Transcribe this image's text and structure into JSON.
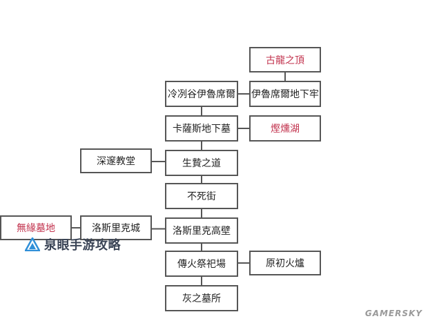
{
  "diagram": {
    "nodes": {
      "ancient_dragon_summit": {
        "label": "古龍之頂",
        "highlight": true
      },
      "irithyll_dungeon": {
        "label": "伊魯席爾地下牢",
        "highlight": false
      },
      "irithyll_valley": {
        "label": "冷冽谷伊魯席爾",
        "highlight": false
      },
      "smouldering_lake": {
        "label": "熞燻湖",
        "highlight": true
      },
      "catacombs_of_carthus": {
        "label": "卡薩斯地下墓",
        "highlight": false
      },
      "cathedral_of_the_deep": {
        "label": "深邃教堂",
        "highlight": false
      },
      "road_of_sacrifices": {
        "label": "生贄之道",
        "highlight": false
      },
      "undead_settlement": {
        "label": "不死街",
        "highlight": false
      },
      "untended_graves": {
        "label": "無緣墓地",
        "highlight": true
      },
      "lothric_castle": {
        "label": "洛斯里克城",
        "highlight": false
      },
      "high_wall_of_lothric": {
        "label": "洛斯里克高壁",
        "highlight": false
      },
      "firelink_shrine": {
        "label": "傳火祭祀場",
        "highlight": false
      },
      "kiln_of_first_flame": {
        "label": "原初火爐",
        "highlight": false
      },
      "cemetery_of_ash": {
        "label": "灰之墓所",
        "highlight": false
      }
    },
    "edges": [
      [
        "ancient_dragon_summit",
        "irithyll_dungeon"
      ],
      [
        "irithyll_valley",
        "irithyll_dungeon"
      ],
      [
        "irithyll_valley",
        "catacombs_of_carthus"
      ],
      [
        "catacombs_of_carthus",
        "smouldering_lake"
      ],
      [
        "catacombs_of_carthus",
        "road_of_sacrifices"
      ],
      [
        "cathedral_of_the_deep",
        "road_of_sacrifices"
      ],
      [
        "road_of_sacrifices",
        "undead_settlement"
      ],
      [
        "undead_settlement",
        "high_wall_of_lothric"
      ],
      [
        "untended_graves",
        "lothric_castle"
      ],
      [
        "lothric_castle",
        "high_wall_of_lothric"
      ],
      [
        "high_wall_of_lothric",
        "firelink_shrine"
      ],
      [
        "firelink_shrine",
        "kiln_of_first_flame"
      ],
      [
        "firelink_shrine",
        "cemetery_of_ash"
      ]
    ]
  },
  "watermark": {
    "text": "泉眼手游攻略",
    "icon": "triangle-logo-icon"
  },
  "site_mark": {
    "text": "GAMERSKY"
  },
  "colors": {
    "highlight_text": "#c2334e",
    "normal_text": "#222222",
    "border": "#555555",
    "line": "#555555"
  }
}
